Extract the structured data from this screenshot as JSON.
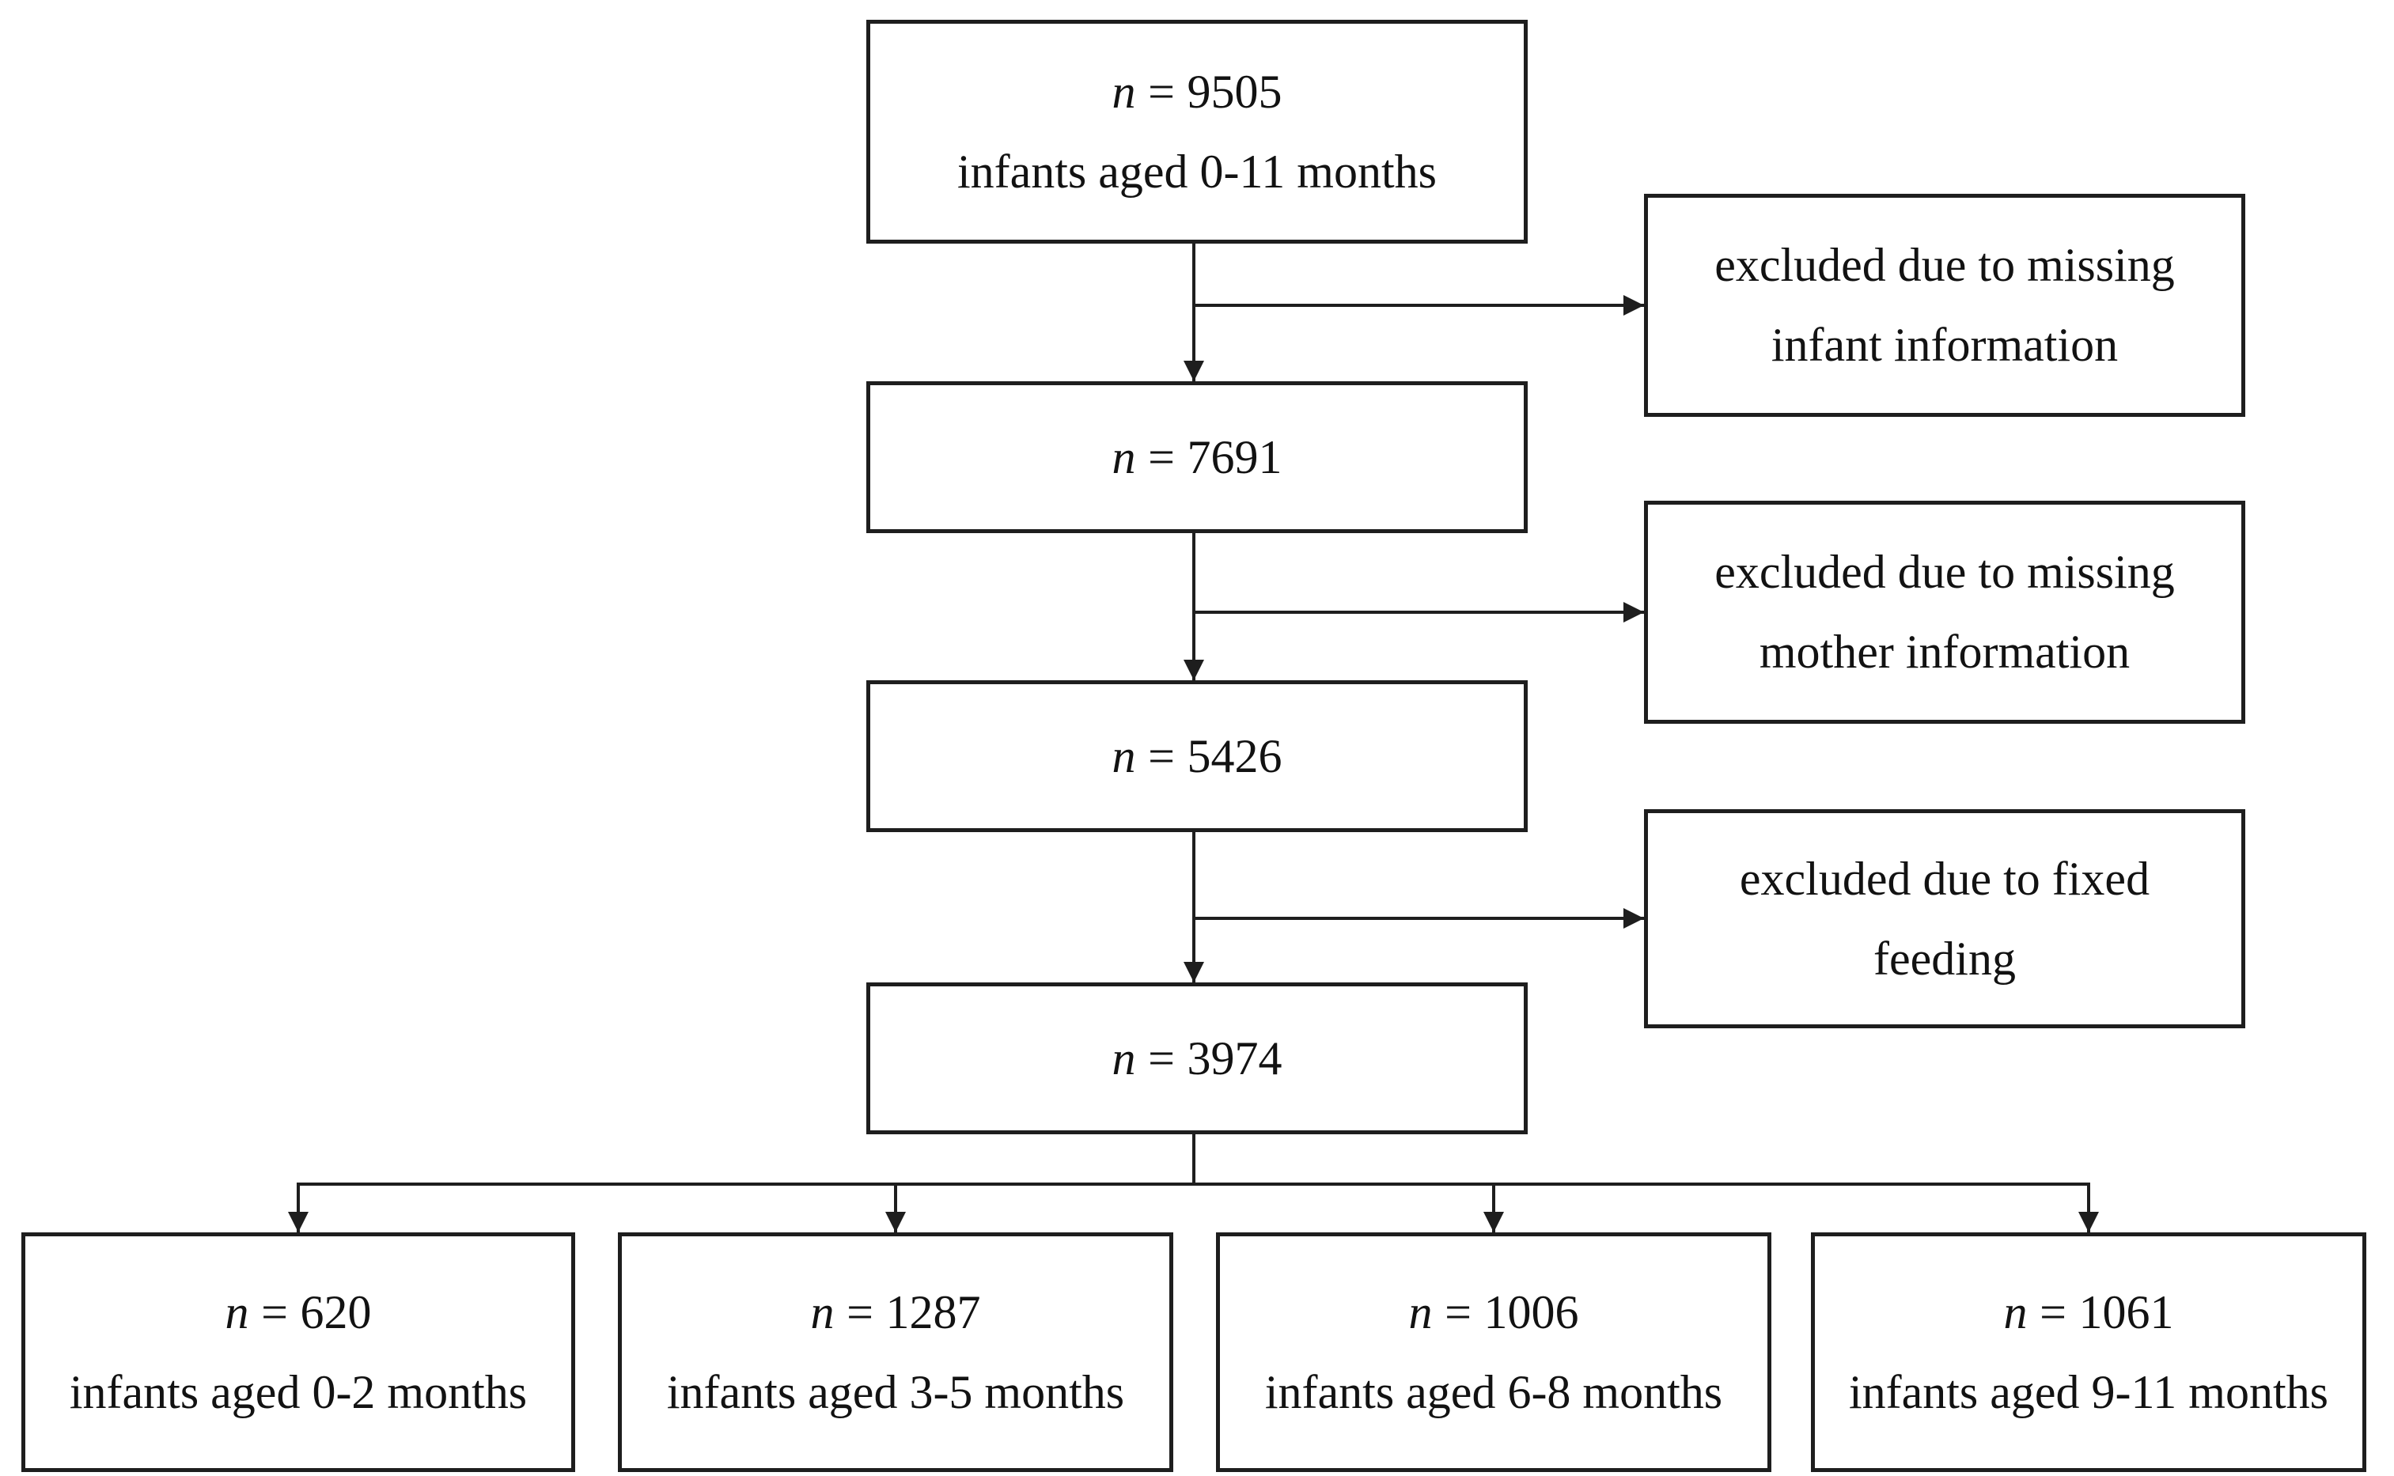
{
  "figure": {
    "type": "participant-flow-diagram",
    "background_color": "#ffffff",
    "line_color": "#1e1e1e",
    "stages": [
      {
        "var": "n",
        "eq": "=",
        "count": "9505",
        "label": "infants aged 0-11 months"
      },
      {
        "var": "n",
        "eq": "=",
        "count": "7691"
      },
      {
        "var": "n",
        "eq": "=",
        "count": "5426"
      },
      {
        "var": "n",
        "eq": "=",
        "count": "3974"
      }
    ],
    "exclusions": [
      {
        "line1": "excluded due to missing",
        "line2": "infant information"
      },
      {
        "line1": "excluded due to missing",
        "line2": "mother information"
      },
      {
        "line1": "excluded due to fixed",
        "line2": "feeding"
      }
    ],
    "groups": [
      {
        "var": "n",
        "eq": "=",
        "count": "620",
        "label": "infants aged 0-2 months"
      },
      {
        "var": "n",
        "eq": "=",
        "count": "1287",
        "label": "infants aged 3-5 months"
      },
      {
        "var": "n",
        "eq": "=",
        "count": "1006",
        "label": "infants aged 6-8 months"
      },
      {
        "var": "n",
        "eq": "=",
        "count": "1061",
        "label": "infants aged 9-11 months"
      }
    ]
  }
}
